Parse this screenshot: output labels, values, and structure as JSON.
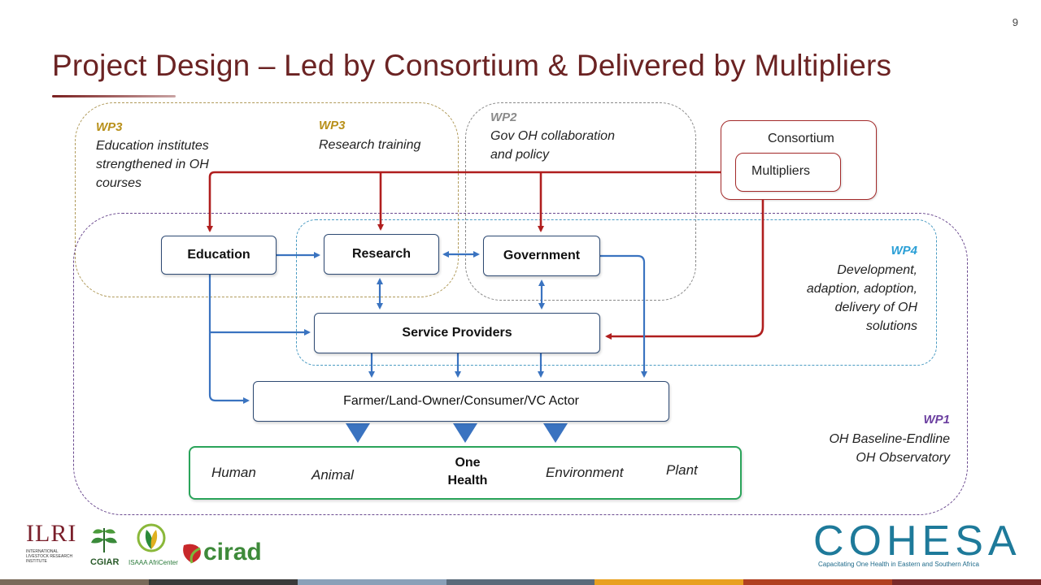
{
  "page_number": "9",
  "title": "Project Design – Led by Consortium & Delivered by Multipliers",
  "wp3_left": {
    "tag": "WP3",
    "lines": [
      "Education institutes",
      "strengthened in OH",
      "courses"
    ]
  },
  "wp3_right": {
    "tag": "WP3",
    "lines": [
      "Research training"
    ]
  },
  "wp2": {
    "tag": "WP2",
    "lines": [
      "Gov  OH collaboration",
      "and policy"
    ]
  },
  "wp4": {
    "tag": "WP4",
    "lines": [
      "Development,",
      "adaption, adoption,",
      "delivery of OH",
      "solutions"
    ]
  },
  "wp1": {
    "tag": "WP1",
    "lines": [
      "OH Baseline-Endline",
      "OH Observatory"
    ]
  },
  "consortium": "Consortium",
  "multipliers": "Multipliers",
  "nodes": {
    "education": "Education",
    "research": "Research",
    "government": "Government",
    "service_providers": "Service Providers",
    "farmer": "Farmer/Land-Owner/Consumer/VC Actor"
  },
  "one_health": {
    "human": "Human",
    "animal": "Animal",
    "center_line1": "One",
    "center_line2": "Health",
    "environment": "Environment",
    "plant": "Plant"
  },
  "logos": {
    "ilri": "ILRI",
    "ilri_sub": "INTERNATIONAL LIVESTOCK RESEARCH INSTITUTE",
    "cgiar": "CGIAR",
    "isaaa": "ISAAA AfriCenter",
    "cirad": "cirad",
    "cohesa": "COHESA",
    "cohesa_tagline": "Capacitating One Health in Eastern and Southern Africa"
  },
  "colors": {
    "title": "#6b2323",
    "wp3": "#b8901a",
    "wp2": "#8a8a8a",
    "wp4": "#2a9fd6",
    "wp1": "#6b3fa0",
    "red_arrow": "#b01e1e",
    "blue_arrow": "#3a73c0",
    "one_health_border": "#2aa45a"
  },
  "footer_colors": [
    "#7a6a5a",
    "#3a3a3a",
    "#8aa0b8",
    "#5a6a7a",
    "#e8a020",
    "#b04020",
    "#7a2a2a"
  ]
}
